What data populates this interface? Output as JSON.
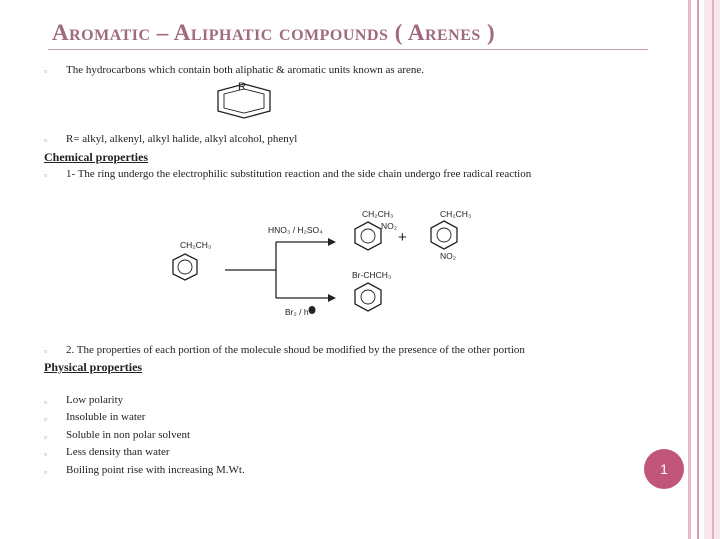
{
  "slide": {
    "title": "Aromatic – Aliphatic compounds ( Arenes )",
    "bullet_glyph": "▫",
    "intro": "The hydrocarbons which contain both aliphatic & aromatic units known as arene.",
    "substituent_label": "R",
    "r_definition": "R= alkyl, alkenyl, alkyl halide, alkyl alcohol, phenyl",
    "chemical_heading": "Chemical properties",
    "chemical_point1": "1- The ring undergo the electrophilic substitution reaction and the side chain undergo free radical reaction",
    "reaction": {
      "reactant": "CH₂CH₃",
      "reagent_top": "HNO₃ / H₂SO₄",
      "product_ortho_top": "CH₂CH₃",
      "product_ortho_no2": "NO₂",
      "plus": "+",
      "product_para_top": "CH₂CH₃",
      "product_para_no2": "NO₂",
      "product_bromo": "Br-CHCH₃",
      "reagent_bottom": "Br₂ / h"
    },
    "chemical_point2": "2. The properties of each portion of the molecule shoud be modified by the presence of the other portion",
    "physical_heading": "Physical properties",
    "physical_items": [
      "Low polarity",
      "Insoluble in water",
      "Soluble in non polar solvent",
      "Less density than water",
      "Boiling point rise with increasing M.Wt."
    ],
    "page_number": "1"
  }
}
